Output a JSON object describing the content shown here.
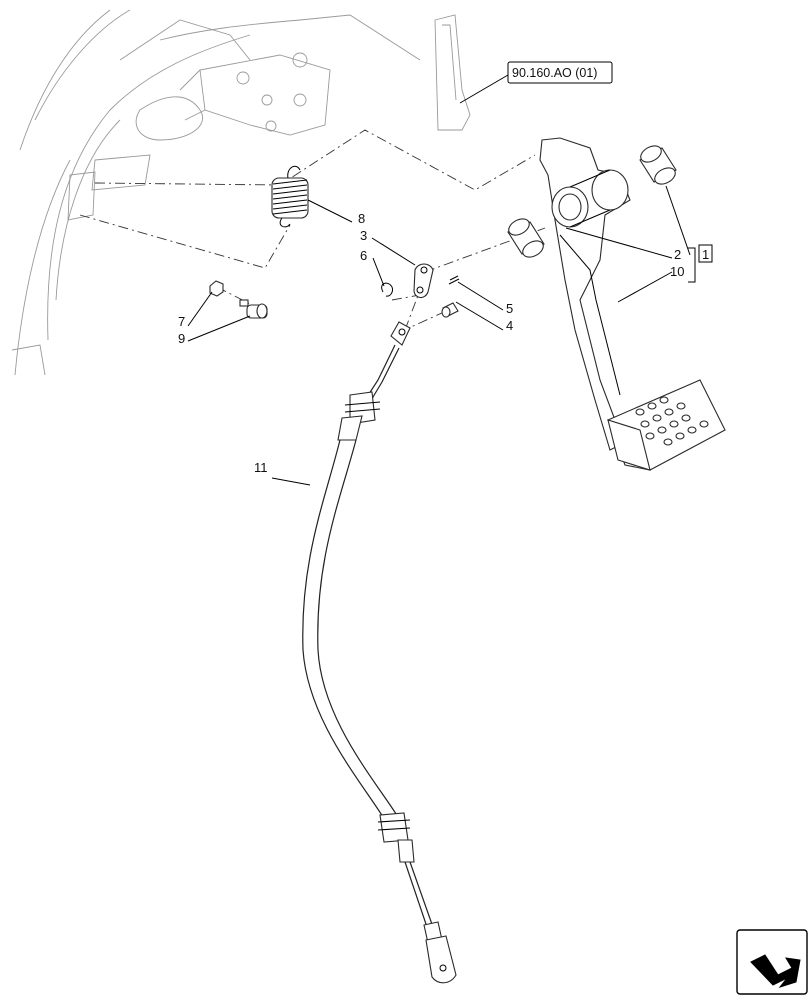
{
  "reference_label": "90.160.AO (01)",
  "callouts": [
    {
      "id": "c2",
      "text": "2"
    },
    {
      "id": "c3",
      "text": "3"
    },
    {
      "id": "c4",
      "text": "4"
    },
    {
      "id": "c5",
      "text": "5"
    },
    {
      "id": "c6",
      "text": "6"
    },
    {
      "id": "c7",
      "text": "7"
    },
    {
      "id": "c8",
      "text": "8"
    },
    {
      "id": "c9",
      "text": "9"
    },
    {
      "id": "c10",
      "text": "10"
    },
    {
      "id": "c11",
      "text": "11"
    }
  ],
  "kit_box_label": "1",
  "nav_icon": "next-page-arrow-icon",
  "colors": {
    "line": "#000000",
    "light_line": "#9a9a9a",
    "background": "#ffffff"
  }
}
